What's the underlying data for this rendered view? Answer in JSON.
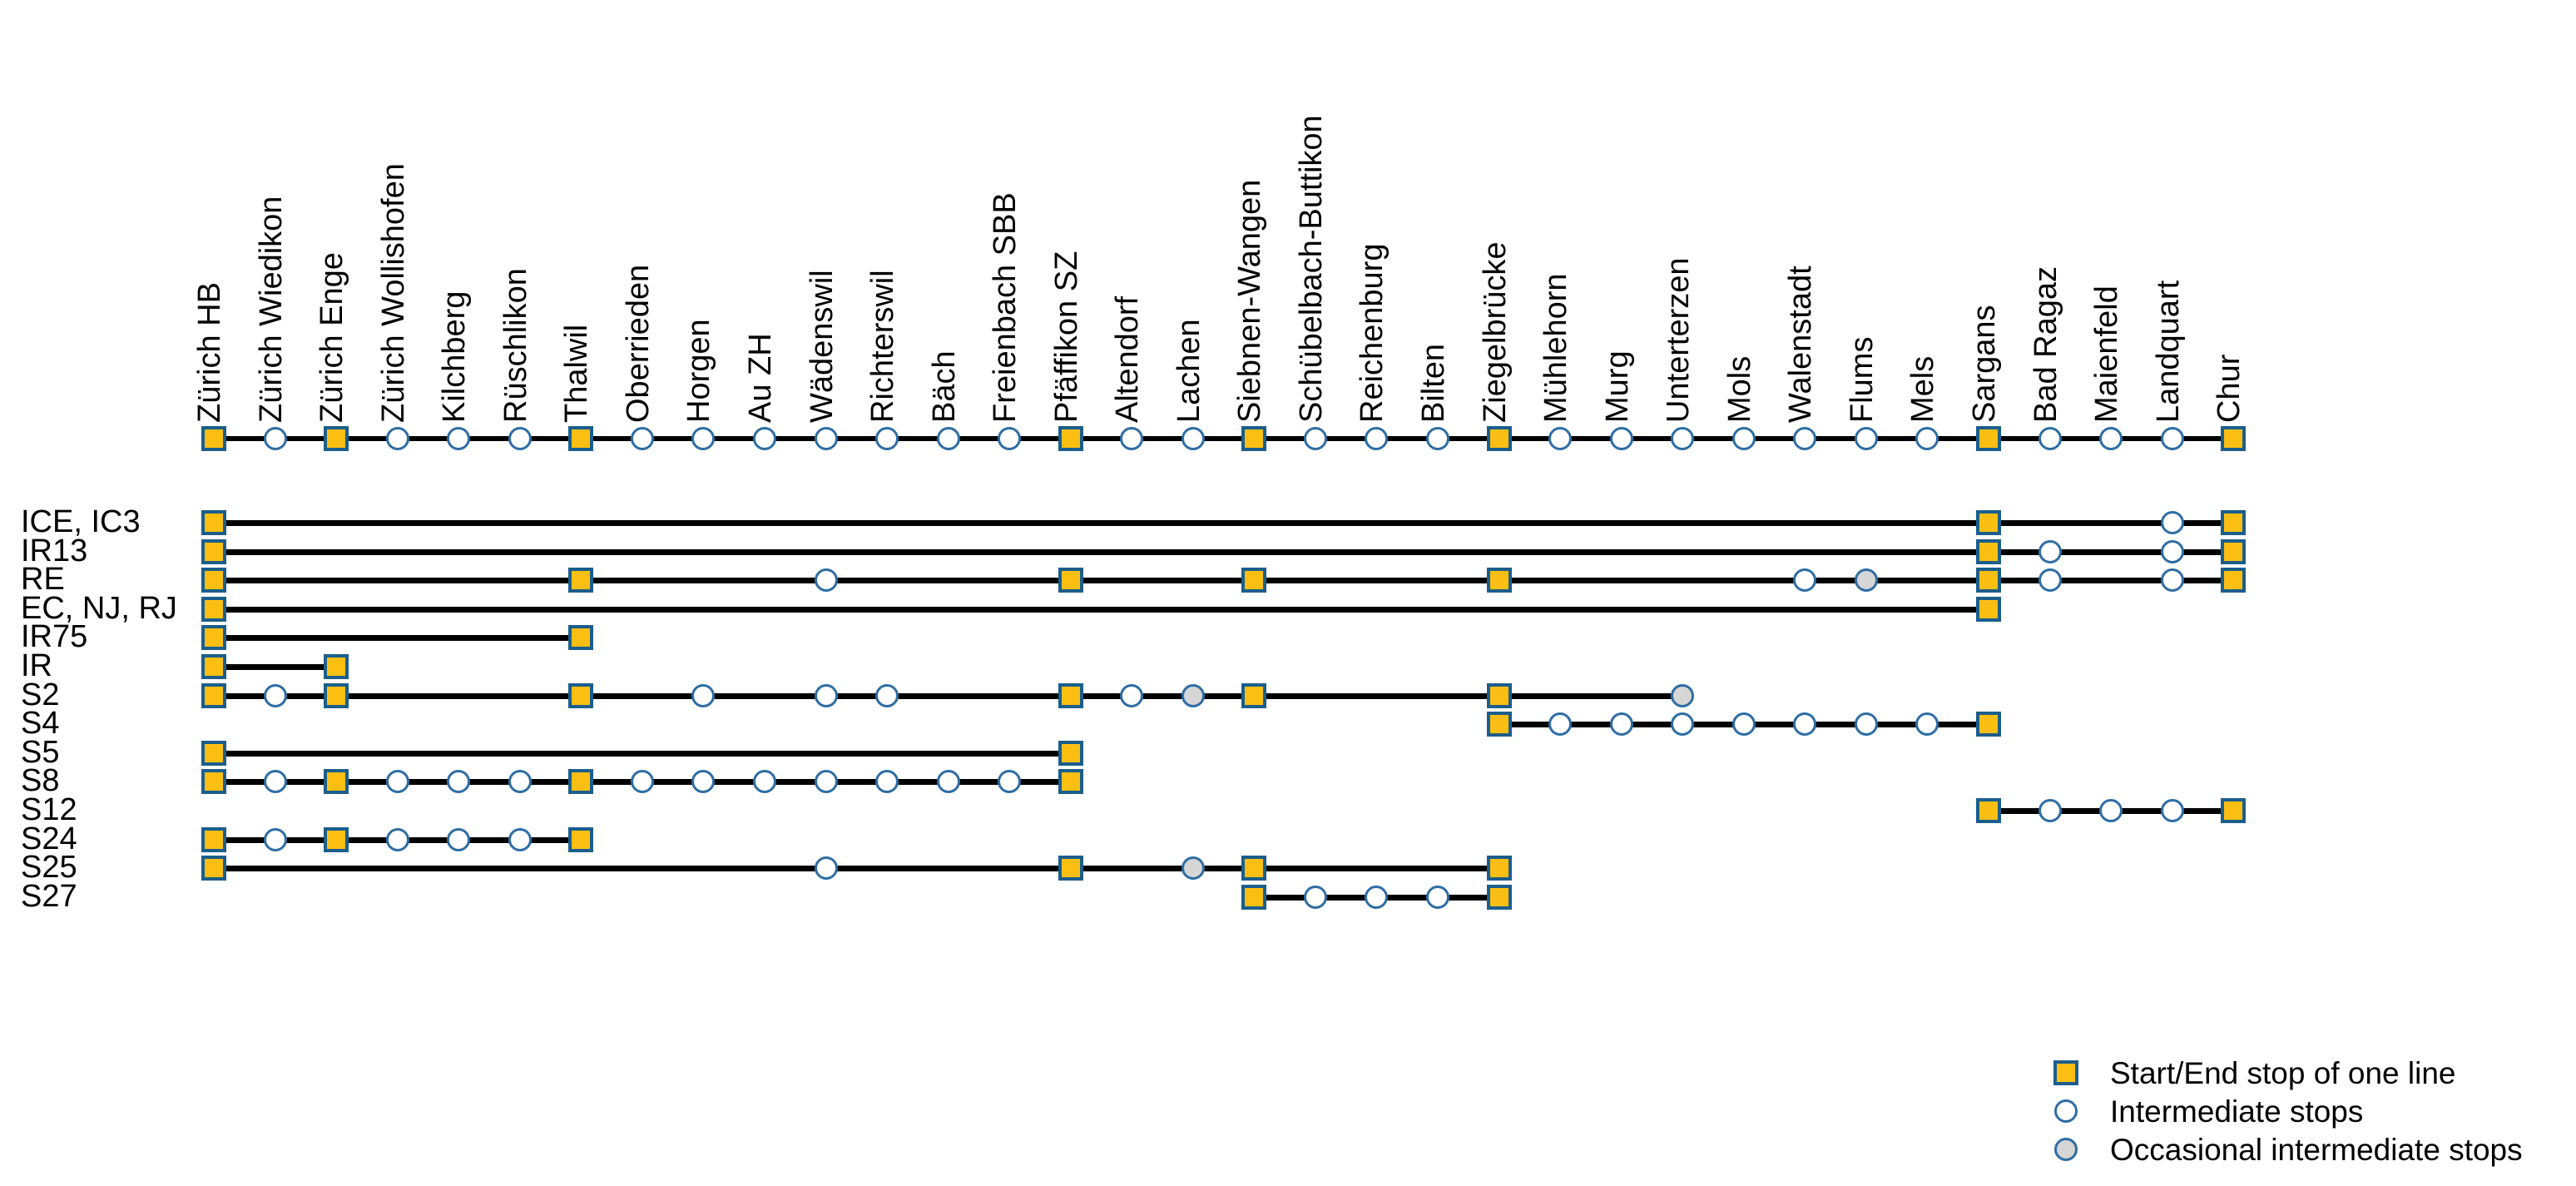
{
  "chart_data": {
    "type": "table",
    "title": "",
    "xlabel": "",
    "ylabel": "",
    "legend_position": "bottom-right",
    "grid": false,
    "marker_legend": {
      "square": "Start/End stop of one line",
      "circle": "Intermediate stops",
      "circle_gray": "Occasional intermediate stops"
    },
    "stations": [
      "Zürich HB",
      "Zürich Wiedikon",
      "Zürich Enge",
      "Zürich Wollishofen",
      "Kilchberg",
      "Rüschlikon",
      "Thalwil",
      "Oberrieden",
      "Horgen",
      "Au ZH",
      "Wädenswil",
      "Richterswil",
      "Bäch",
      "Freienbach SBB",
      "Pfäffikon SZ",
      "Altendorf",
      "Lachen",
      "Siebnen-Wangen",
      "Schübelbach-Buttikon",
      "Reichenburg",
      "Bilten",
      "Ziegelbrücke",
      "Mühlehorn",
      "Murg",
      "Unterterzen",
      "Mols",
      "Walenstadt",
      "Flums",
      "Mels",
      "Sargans",
      "Bad Ragaz",
      "Maienfeld",
      "Landquart",
      "Chur"
    ],
    "axis_markers": [
      "square",
      "circle",
      "square",
      "circle",
      "circle",
      "circle",
      "square",
      "circle",
      "circle",
      "circle",
      "circle",
      "circle",
      "circle",
      "circle",
      "square",
      "circle",
      "circle",
      "square",
      "circle",
      "circle",
      "circle",
      "square",
      "circle",
      "circle",
      "circle",
      "circle",
      "circle",
      "circle",
      "circle",
      "square",
      "circle",
      "circle",
      "circle",
      "square"
    ],
    "lines": [
      {
        "label": "ICE, IC3",
        "start": 0,
        "end": 33,
        "stops": [
          {
            "i": 0,
            "type": "square"
          },
          {
            "i": 29,
            "type": "square"
          },
          {
            "i": 32,
            "type": "circle"
          },
          {
            "i": 33,
            "type": "square"
          }
        ]
      },
      {
        "label": "IR13",
        "start": 0,
        "end": 33,
        "stops": [
          {
            "i": 0,
            "type": "square"
          },
          {
            "i": 29,
            "type": "square"
          },
          {
            "i": 30,
            "type": "circle"
          },
          {
            "i": 32,
            "type": "circle"
          },
          {
            "i": 33,
            "type": "square"
          }
        ]
      },
      {
        "label": "RE",
        "start": 0,
        "end": 33,
        "stops": [
          {
            "i": 0,
            "type": "square"
          },
          {
            "i": 6,
            "type": "square"
          },
          {
            "i": 10,
            "type": "circle"
          },
          {
            "i": 14,
            "type": "square"
          },
          {
            "i": 17,
            "type": "square"
          },
          {
            "i": 21,
            "type": "square"
          },
          {
            "i": 26,
            "type": "circle"
          },
          {
            "i": 27,
            "type": "circle-occ"
          },
          {
            "i": 29,
            "type": "square"
          },
          {
            "i": 30,
            "type": "circle"
          },
          {
            "i": 32,
            "type": "circle"
          },
          {
            "i": 33,
            "type": "square"
          }
        ]
      },
      {
        "label": "EC, NJ, RJ",
        "start": 0,
        "end": 29,
        "stops": [
          {
            "i": 0,
            "type": "square"
          },
          {
            "i": 29,
            "type": "square"
          }
        ]
      },
      {
        "label": "IR75",
        "start": 0,
        "end": 6,
        "stops": [
          {
            "i": 0,
            "type": "square"
          },
          {
            "i": 6,
            "type": "square"
          }
        ]
      },
      {
        "label": "IR",
        "start": 0,
        "end": 2,
        "stops": [
          {
            "i": 0,
            "type": "square"
          },
          {
            "i": 2,
            "type": "square"
          }
        ]
      },
      {
        "label": "S2",
        "start": 0,
        "end": 24,
        "stops": [
          {
            "i": 0,
            "type": "square"
          },
          {
            "i": 1,
            "type": "circle"
          },
          {
            "i": 2,
            "type": "square"
          },
          {
            "i": 6,
            "type": "square"
          },
          {
            "i": 8,
            "type": "circle"
          },
          {
            "i": 10,
            "type": "circle"
          },
          {
            "i": 11,
            "type": "circle"
          },
          {
            "i": 14,
            "type": "square"
          },
          {
            "i": 15,
            "type": "circle"
          },
          {
            "i": 16,
            "type": "circle-occ"
          },
          {
            "i": 17,
            "type": "square"
          },
          {
            "i": 21,
            "type": "square"
          },
          {
            "i": 24,
            "type": "circle-occ"
          }
        ]
      },
      {
        "label": "S4",
        "start": 21,
        "end": 29,
        "stops": [
          {
            "i": 21,
            "type": "square"
          },
          {
            "i": 22,
            "type": "circle"
          },
          {
            "i": 23,
            "type": "circle"
          },
          {
            "i": 24,
            "type": "circle"
          },
          {
            "i": 25,
            "type": "circle"
          },
          {
            "i": 26,
            "type": "circle"
          },
          {
            "i": 27,
            "type": "circle"
          },
          {
            "i": 28,
            "type": "circle"
          },
          {
            "i": 29,
            "type": "square"
          }
        ]
      },
      {
        "label": "S5",
        "start": 0,
        "end": 14,
        "stops": [
          {
            "i": 0,
            "type": "square"
          },
          {
            "i": 14,
            "type": "square"
          }
        ]
      },
      {
        "label": "S8",
        "start": 0,
        "end": 14,
        "stops": [
          {
            "i": 0,
            "type": "square"
          },
          {
            "i": 1,
            "type": "circle"
          },
          {
            "i": 2,
            "type": "square"
          },
          {
            "i": 3,
            "type": "circle"
          },
          {
            "i": 4,
            "type": "circle"
          },
          {
            "i": 5,
            "type": "circle"
          },
          {
            "i": 6,
            "type": "square"
          },
          {
            "i": 7,
            "type": "circle"
          },
          {
            "i": 8,
            "type": "circle"
          },
          {
            "i": 9,
            "type": "circle"
          },
          {
            "i": 10,
            "type": "circle"
          },
          {
            "i": 11,
            "type": "circle"
          },
          {
            "i": 12,
            "type": "circle"
          },
          {
            "i": 13,
            "type": "circle"
          },
          {
            "i": 14,
            "type": "square"
          }
        ]
      },
      {
        "label": "S12",
        "start": 29,
        "end": 33,
        "stops": [
          {
            "i": 29,
            "type": "square"
          },
          {
            "i": 30,
            "type": "circle"
          },
          {
            "i": 31,
            "type": "circle"
          },
          {
            "i": 32,
            "type": "circle"
          },
          {
            "i": 33,
            "type": "square"
          }
        ]
      },
      {
        "label": "S24",
        "start": 0,
        "end": 6,
        "stops": [
          {
            "i": 0,
            "type": "square"
          },
          {
            "i": 1,
            "type": "circle"
          },
          {
            "i": 2,
            "type": "square"
          },
          {
            "i": 3,
            "type": "circle"
          },
          {
            "i": 4,
            "type": "circle"
          },
          {
            "i": 5,
            "type": "circle"
          },
          {
            "i": 6,
            "type": "square"
          }
        ]
      },
      {
        "label": "S25",
        "start": 0,
        "end": 21,
        "stops": [
          {
            "i": 0,
            "type": "square"
          },
          {
            "i": 10,
            "type": "circle"
          },
          {
            "i": 14,
            "type": "square"
          },
          {
            "i": 16,
            "type": "circle-occ"
          },
          {
            "i": 17,
            "type": "square"
          },
          {
            "i": 21,
            "type": "square"
          }
        ]
      },
      {
        "label": "S27",
        "start": 17,
        "end": 21,
        "stops": [
          {
            "i": 17,
            "type": "square"
          },
          {
            "i": 18,
            "type": "circle"
          },
          {
            "i": 19,
            "type": "circle"
          },
          {
            "i": 20,
            "type": "circle"
          },
          {
            "i": 21,
            "type": "square"
          }
        ]
      }
    ]
  },
  "legend": {
    "items": [
      {
        "marker": "square",
        "text": "Start/End stop of one line"
      },
      {
        "marker": "circle",
        "text": "Intermediate stops"
      },
      {
        "marker": "circle-occ",
        "text": "Occasional intermediate stops"
      }
    ]
  }
}
